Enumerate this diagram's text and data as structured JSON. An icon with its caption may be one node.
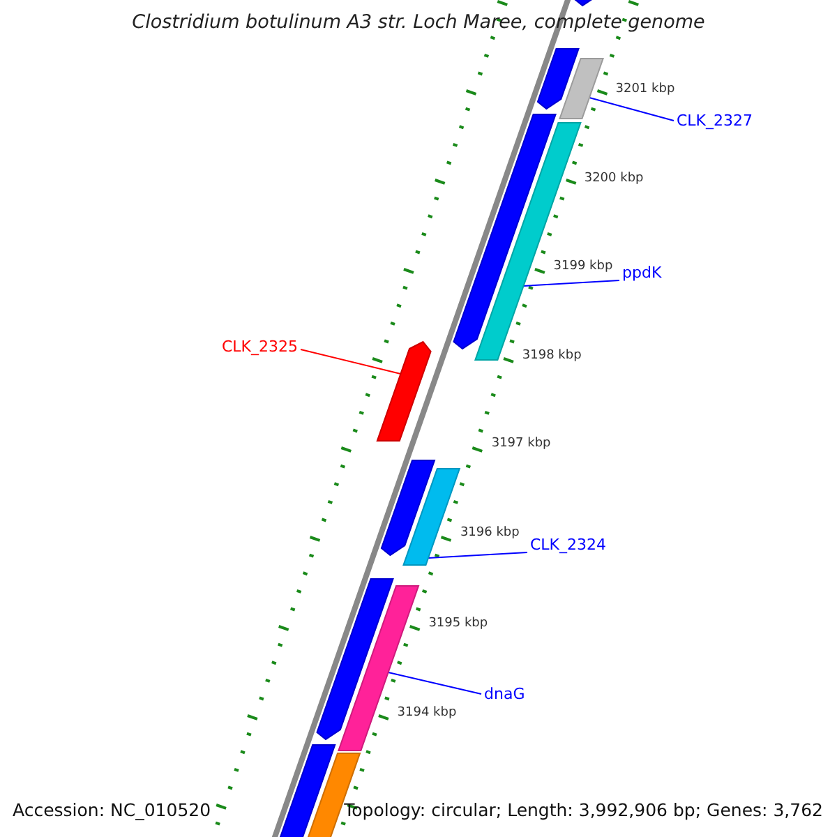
{
  "diagram": {
    "title": "Clostridium botulinum A3 str. Loch Maree, complete genome",
    "nodes": [
      {
        "text": [],
        "shape": "bar"
      },
      {
        "text": [],
        "shape": "bar"
      },
      {
        "text": [],
        "shape": "bar"
      },
      {
        "text": [
          "CLK_2327"
        ]
      },
      {
        "text": [],
        "shape": "bar"
      },
      {
        "text": [],
        "shape": "bar"
      },
      {
        "text": [
          "ppdK"
        ]
      },
      {
        "text": [
          "CLK_2325"
        ]
      },
      {
        "text": [],
        "shape": "bar"
      },
      {
        "text": [],
        "shape": "bar"
      },
      {
        "text": [],
        "shape": "bar"
      },
      {
        "text": [
          "CLK_2324"
        ]
      },
      {
        "text": [],
        "shape": "bar"
      },
      {
        "text": [],
        "shape": "bar"
      },
      {
        "text": [
          "dnaG"
        ]
      },
      {
        "text": [],
        "shape": "bar"
      },
      {
        "text": [],
        "shape": "bar"
      }
    ],
    "edges": [
      {
        "from": 3,
        "to": 2,
        "arrow": "none"
      },
      {
        "from": 6,
        "to": 5,
        "arrow": "none"
      },
      {
        "from": 7,
        "to": 8,
        "arrow": "none",
        "color": "#ff0000"
      },
      {
        "from": 11,
        "to": 10,
        "arrow": "none"
      },
      {
        "from": 14,
        "to": 13,
        "arrow": "none"
      }
    ],
    "labels": [
      "3201 kbp",
      "3200 kbp",
      "3199 kbp",
      "3198 kbp",
      "3197 kbp",
      "3196 kbp",
      "3195 kbp",
      "3194 kbp",
      "Accession: NC_010520",
      "Topology: circular; Length: 3,992,906 bp; Genes: 3,762"
    ]
  }
}
